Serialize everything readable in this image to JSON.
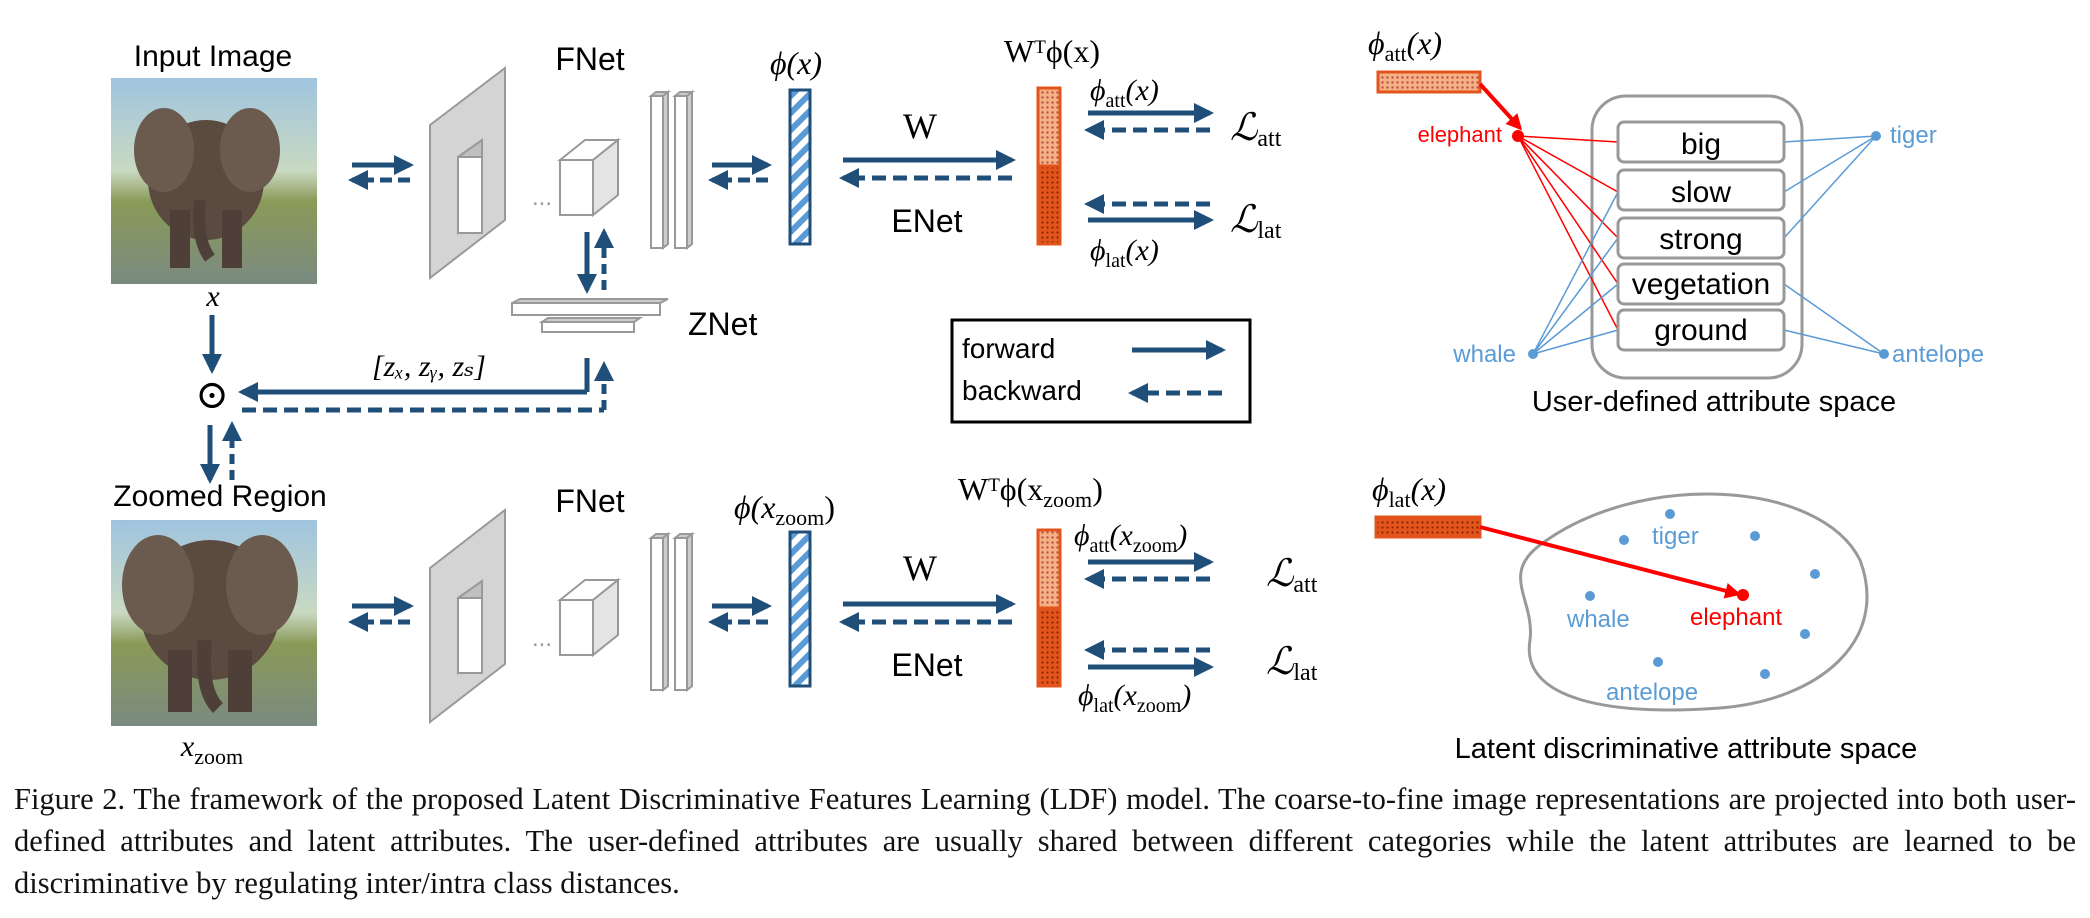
{
  "figure": {
    "input_image_label": "Input Image",
    "zoomed_region_label": "Zoomed Region",
    "x_label": "x",
    "x_zoom_label": "zoom",
    "fnet_label": "FNet",
    "znet_label": "ZNet",
    "w_label": "W",
    "enet_label": "ENet",
    "z_coords_label": "[zₓ, zᵧ, zₛ]",
    "odot_label": "⊙",
    "phi_x": "ϕ(x)",
    "phi_x_zoom": "ϕ(x",
    "wt_phi_x": "Wᵀϕ(x)",
    "wt_phi_x_zoom": "Wᵀϕ(x",
    "phi_att_x": "ϕ",
    "phi_lat_x": "ϕ",
    "loss_symbol": "ℒ",
    "att_sub": "att",
    "lat_sub": "lat",
    "zoom_sub": "zoom",
    "legend": {
      "forward": "forward",
      "backward": "backward"
    },
    "attribute_space": {
      "title": "User-defined attribute space",
      "attributes": [
        "big",
        "slow",
        "strong",
        "vegetation",
        "ground"
      ],
      "classes": {
        "elephant": "elephant",
        "tiger": "tiger",
        "whale": "whale",
        "antelope": "antelope"
      }
    },
    "latent_space": {
      "title": "Latent discriminative attribute space",
      "classes": {
        "tiger": "tiger",
        "whale": "whale",
        "elephant": "elephant",
        "antelope": "antelope"
      }
    },
    "colors": {
      "arrow": "#1f4e79",
      "red": "#ff0000",
      "blue": "#5b9bd5",
      "orange": "#e2541c",
      "gray": "#999999"
    }
  },
  "caption": "Figure 2. The framework of the proposed Latent Discriminative Features Learning (LDF) model. The coarse-to-fine image representations are projected into both user-defined attributes and latent attributes. The user-defined attributes are usually shared between different categories while the latent attributes are learned to be discriminative by regulating inter/intra class distances."
}
